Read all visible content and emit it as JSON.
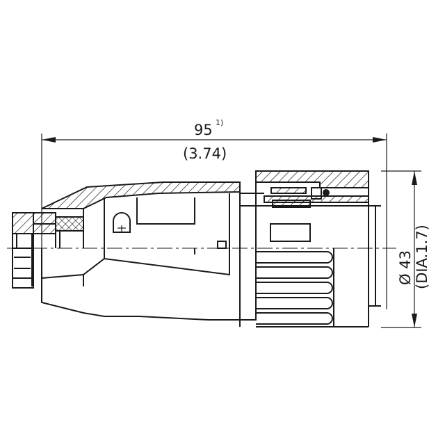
{
  "length": {
    "mm_value": "95",
    "mm_note": "1)",
    "inch_value": "(3.74)"
  },
  "diameter": {
    "mm_value": "Ø 43",
    "inch_value": "(DIA.1.7)"
  }
}
